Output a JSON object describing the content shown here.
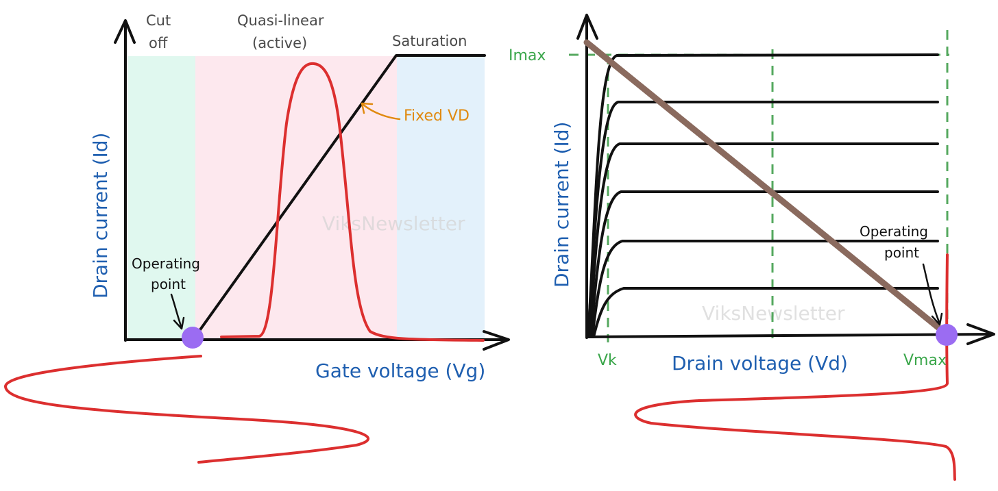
{
  "left_diagram": {
    "regions": {
      "cutoff": {
        "line1": "Cut",
        "line2": "off",
        "color": "#e0f8ef"
      },
      "linear": {
        "line1": "Quasi-linear",
        "line2": "(active)",
        "color": "#fde8ee"
      },
      "saturation": {
        "line1": "Saturation",
        "color": "#e3f1fb"
      }
    },
    "y_axis_label": "Drain current (Id)",
    "x_axis_label": "Gate voltage (Vg)",
    "fixed_label": "Fixed VD",
    "operating_point": {
      "line1": "Operating",
      "line2": "point"
    },
    "watermark": "ViksNewsletter"
  },
  "right_diagram": {
    "y_axis_label": "Drain current (Id)",
    "x_axis_label": "Drain voltage (Vd)",
    "imax_label": "Imax",
    "vk_label": "Vk",
    "vmax_label": "Vmax",
    "operating_point": {
      "line1": "Operating",
      "line2": "point"
    },
    "watermark": "ViksNewsletter"
  },
  "colors": {
    "signal": "#dc2f2f",
    "load_line": "#8a6a5e",
    "operating_point": "#9b6cf2",
    "guide": "#55a85f",
    "axis": "#111111"
  }
}
